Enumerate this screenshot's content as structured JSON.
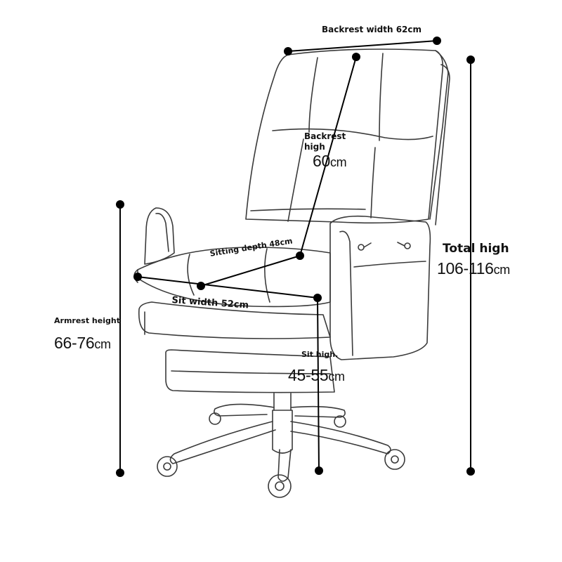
{
  "labels": {
    "backrest_width": "Backrest width 62cm",
    "backrest_high_line1": "Backrest",
    "backrest_high_line2": "high",
    "backrest_high_value": "60",
    "backrest_high_unit": "cm",
    "sitting_depth": "Sitting depth 48cm",
    "sit_width": "Sit width 52cm",
    "armrest_height": "Armrest height",
    "armrest_height_value": "66-76",
    "armrest_height_unit": "cm",
    "sit_high": "Sit high.",
    "sit_high_value": "45-55",
    "sit_high_unit": "cm",
    "total_high": "Total high",
    "total_high_value": "106-116",
    "total_high_unit": "cm"
  }
}
